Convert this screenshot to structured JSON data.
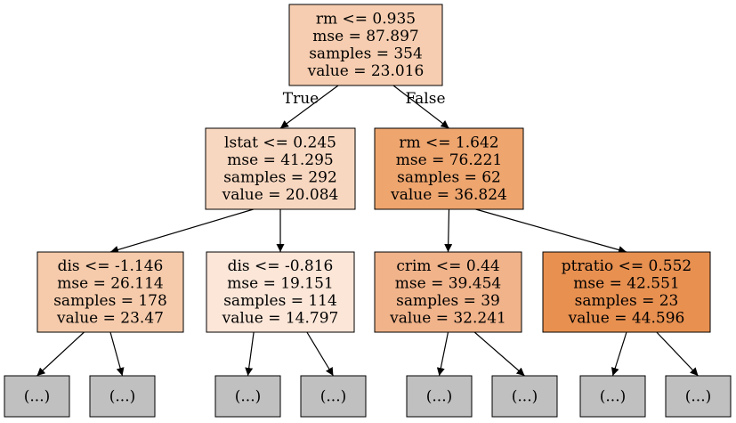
{
  "tree": {
    "colors": {
      "leaf_fill": "#c0c0c0",
      "edge": "#000000"
    },
    "nodes": [
      {
        "id": "root",
        "lines": [
          "rm <= 0.935",
          "mse = 87.897",
          "samples = 354",
          "value = 23.016"
        ],
        "fill": "#f6cdb0"
      },
      {
        "id": "n1",
        "lines": [
          "lstat <= 0.245",
          "mse = 41.295",
          "samples = 292",
          "value = 20.084"
        ],
        "fill": "#f8d7c0"
      },
      {
        "id": "n2",
        "lines": [
          "rm <= 1.642",
          "mse = 76.221",
          "samples = 62",
          "value = 36.824"
        ],
        "fill": "#eea56e"
      },
      {
        "id": "n3",
        "lines": [
          "dis <= -1.146",
          "mse = 26.114",
          "samples = 178",
          "value = 23.47"
        ],
        "fill": "#f6cbab"
      },
      {
        "id": "n4",
        "lines": [
          "dis <= -0.816",
          "mse = 19.151",
          "samples = 114",
          "value = 14.797"
        ],
        "fill": "#fbe6d8"
      },
      {
        "id": "n5",
        "lines": [
          "crim <= 0.44",
          "mse = 39.454",
          "samples = 39",
          "value = 32.241"
        ],
        "fill": "#f1b38a"
      },
      {
        "id": "n6",
        "lines": [
          "ptratio <= 0.552",
          "mse = 42.551",
          "samples = 23",
          "value = 44.596"
        ],
        "fill": "#e89050"
      },
      {
        "id": "l1",
        "lines": [
          "(...)"
        ],
        "fill": "#c0c0c0"
      },
      {
        "id": "l2",
        "lines": [
          "(...)"
        ],
        "fill": "#c0c0c0"
      },
      {
        "id": "l3",
        "lines": [
          "(...)"
        ],
        "fill": "#c0c0c0"
      },
      {
        "id": "l4",
        "lines": [
          "(...)"
        ],
        "fill": "#c0c0c0"
      },
      {
        "id": "l5",
        "lines": [
          "(...)"
        ],
        "fill": "#c0c0c0"
      },
      {
        "id": "l6",
        "lines": [
          "(...)"
        ],
        "fill": "#c0c0c0"
      },
      {
        "id": "l7",
        "lines": [
          "(...)"
        ],
        "fill": "#c0c0c0"
      },
      {
        "id": "l8",
        "lines": [
          "(...)"
        ],
        "fill": "#c0c0c0"
      }
    ],
    "edges": [
      {
        "from": "root",
        "to": "n1",
        "label": "True"
      },
      {
        "from": "root",
        "to": "n2",
        "label": "False"
      },
      {
        "from": "n1",
        "to": "n3",
        "label": ""
      },
      {
        "from": "n1",
        "to": "n4",
        "label": ""
      },
      {
        "from": "n2",
        "to": "n5",
        "label": ""
      },
      {
        "from": "n2",
        "to": "n6",
        "label": ""
      },
      {
        "from": "n3",
        "to": "l1",
        "label": ""
      },
      {
        "from": "n3",
        "to": "l2",
        "label": ""
      },
      {
        "from": "n4",
        "to": "l3",
        "label": ""
      },
      {
        "from": "n4",
        "to": "l4",
        "label": ""
      },
      {
        "from": "n5",
        "to": "l5",
        "label": ""
      },
      {
        "from": "n5",
        "to": "l6",
        "label": ""
      },
      {
        "from": "n6",
        "to": "l7",
        "label": ""
      },
      {
        "from": "n6",
        "to": "l8",
        "label": ""
      }
    ]
  }
}
